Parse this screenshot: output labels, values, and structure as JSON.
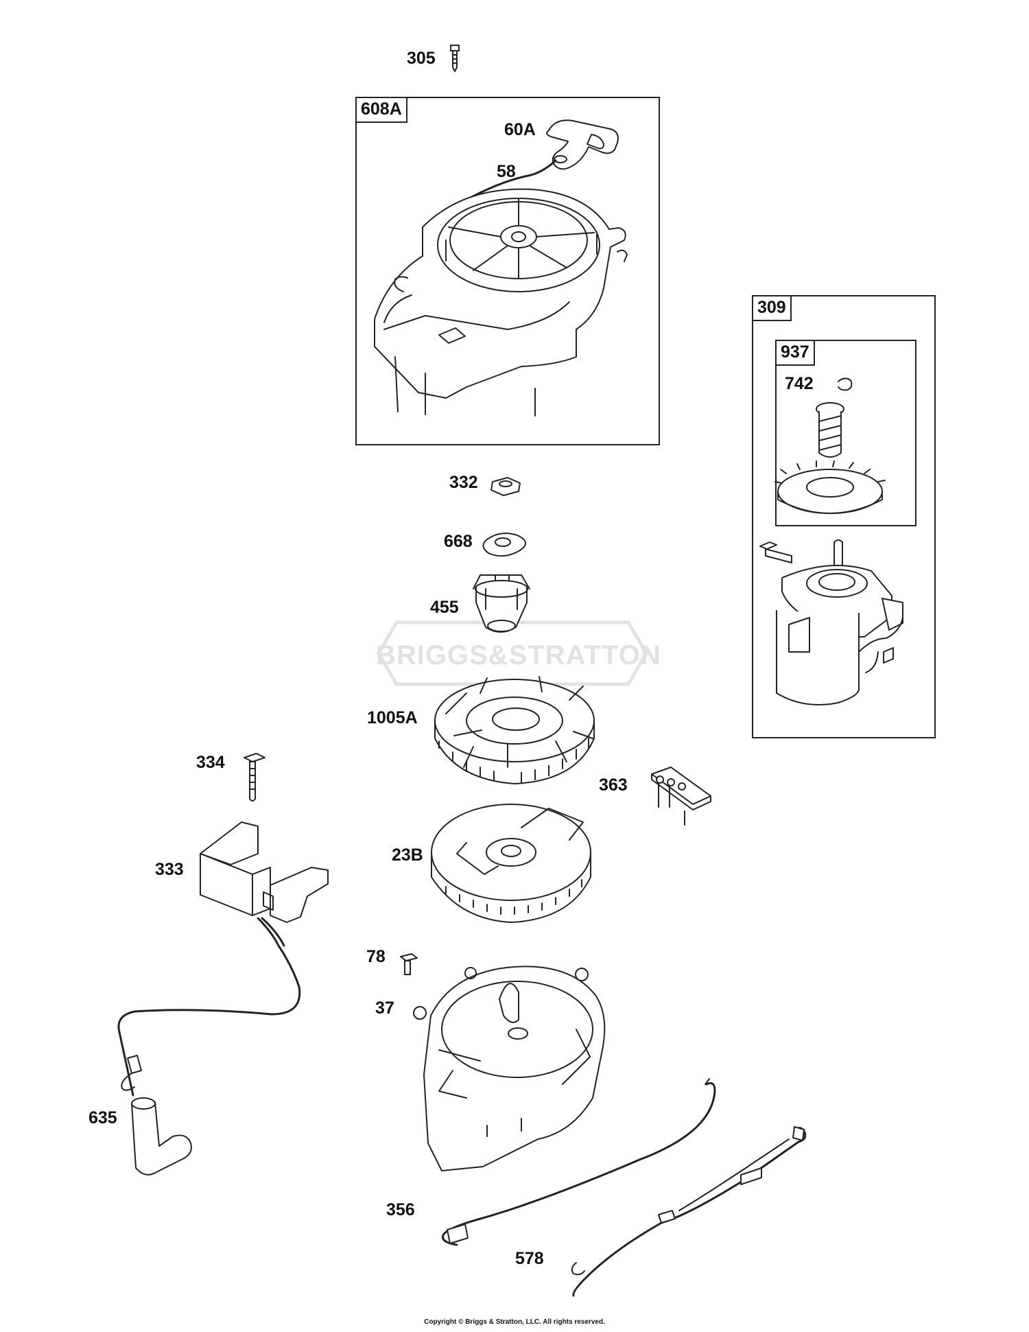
{
  "callouts": {
    "c305": "305",
    "c608A": "608A",
    "c60A": "60A",
    "c58": "58",
    "c309": "309",
    "c937": "937",
    "c742": "742",
    "c332": "332",
    "c668": "668",
    "c455": "455",
    "c1005A": "1005A",
    "c334": "334",
    "c363": "363",
    "c333": "333",
    "c23B": "23B",
    "c78": "78",
    "c37": "37",
    "c635": "635",
    "c356": "356",
    "c578": "578"
  },
  "watermark": "BRIGGS&STRATTON",
  "copyright": "Copyright © Briggs & Stratton, LLC. All rights reserved.",
  "colors": {
    "line": "#222222",
    "fill": "#ffffff",
    "watermark": "#e2e2e2"
  }
}
